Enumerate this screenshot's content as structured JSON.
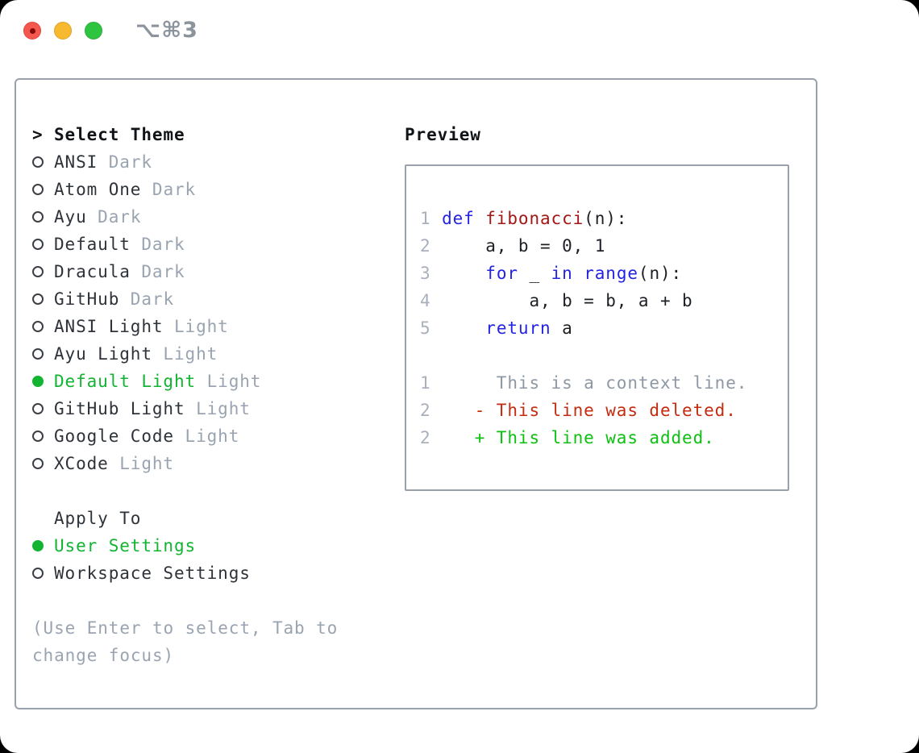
{
  "titlebar": {
    "shortcut": "⌥⌘3"
  },
  "theme_list": {
    "prompt": ">",
    "header": "Select Theme",
    "items": [
      {
        "name": "ANSI",
        "variant": "Dark",
        "selected": false
      },
      {
        "name": "Atom One",
        "variant": "Dark",
        "selected": false
      },
      {
        "name": "Ayu",
        "variant": "Dark",
        "selected": false
      },
      {
        "name": "Default",
        "variant": "Dark",
        "selected": false
      },
      {
        "name": "Dracula",
        "variant": "Dark",
        "selected": false
      },
      {
        "name": "GitHub",
        "variant": "Dark",
        "selected": false
      },
      {
        "name": "ANSI Light",
        "variant": "Light",
        "selected": false
      },
      {
        "name": "Ayu Light",
        "variant": "Light",
        "selected": false
      },
      {
        "name": "Default Light",
        "variant": "Light",
        "selected": true
      },
      {
        "name": "GitHub Light",
        "variant": "Light",
        "selected": false
      },
      {
        "name": "Google Code",
        "variant": "Light",
        "selected": false
      },
      {
        "name": "XCode",
        "variant": "Light",
        "selected": false
      }
    ]
  },
  "apply_to": {
    "header": "Apply To",
    "options": [
      {
        "label": "User Settings",
        "selected": true
      },
      {
        "label": "Workspace Settings",
        "selected": false
      }
    ]
  },
  "footer_hint": "(Use Enter to select, Tab to change focus)",
  "preview": {
    "title": "Preview",
    "code_lines": [
      [
        {
          "t": "1 ",
          "c": "num"
        },
        {
          "t": "def",
          "c": "kw"
        },
        {
          "t": " ",
          "c": "pl"
        },
        {
          "t": "fibonacci",
          "c": "fn"
        },
        {
          "t": "(n):",
          "c": "pl"
        }
      ],
      [
        {
          "t": "2 ",
          "c": "num"
        },
        {
          "t": "    a, b = 0, 1",
          "c": "pl"
        }
      ],
      [
        {
          "t": "3 ",
          "c": "num"
        },
        {
          "t": "    ",
          "c": "pl"
        },
        {
          "t": "for",
          "c": "kw"
        },
        {
          "t": " _ ",
          "c": "pl"
        },
        {
          "t": "in",
          "c": "kw"
        },
        {
          "t": " ",
          "c": "pl"
        },
        {
          "t": "range",
          "c": "kw"
        },
        {
          "t": "(n):",
          "c": "pl"
        }
      ],
      [
        {
          "t": "4 ",
          "c": "num"
        },
        {
          "t": "        a, b = b, a + b",
          "c": "pl"
        }
      ],
      [
        {
          "t": "5 ",
          "c": "num"
        },
        {
          "t": "    ",
          "c": "pl"
        },
        {
          "t": "return",
          "c": "kw"
        },
        {
          "t": " a",
          "c": "pl"
        }
      ],
      [
        {
          "t": " ",
          "c": "pl"
        }
      ],
      [
        {
          "t": "1 ",
          "c": "num"
        },
        {
          "t": "     This is a context line.",
          "c": "ctx"
        }
      ],
      [
        {
          "t": "2 ",
          "c": "num"
        },
        {
          "t": "   - This line was deleted.",
          "c": "del"
        }
      ],
      [
        {
          "t": "2 ",
          "c": "num"
        },
        {
          "t": "   + This line was added.",
          "c": "add"
        }
      ]
    ]
  },
  "colors": {
    "selection_green": "#12b431",
    "added_green": "#0cc111",
    "deleted_red": "#c42c10",
    "keyword_blue": "#2323e4",
    "function_red": "#a21615",
    "dim_gray": "#9aa4b1",
    "border_gray": "#98a1ac",
    "traffic_red": "#f4574e",
    "traffic_yellow": "#f7ba2f",
    "traffic_green": "#2fc440"
  }
}
